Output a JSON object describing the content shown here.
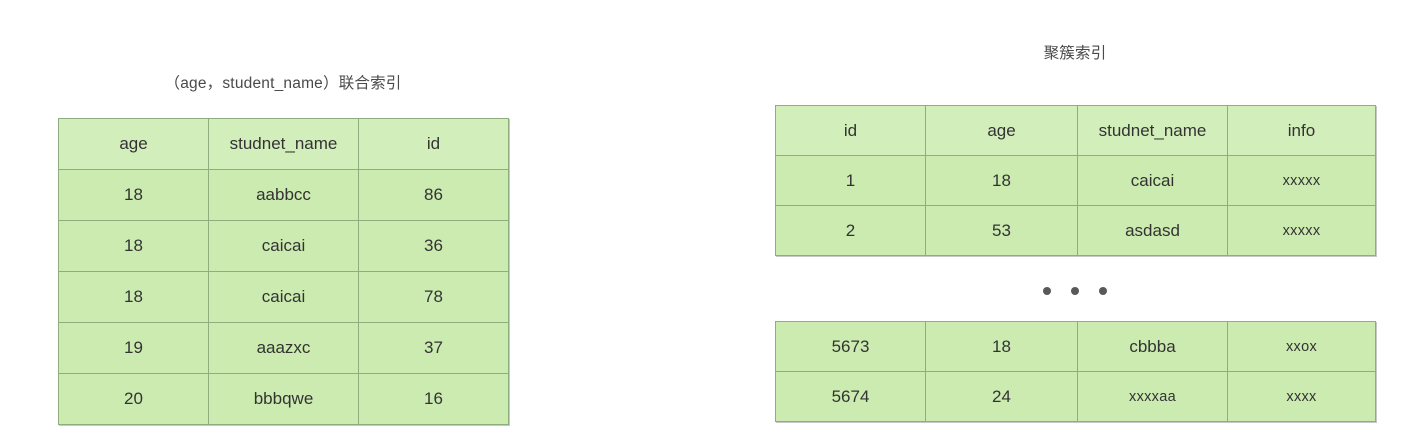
{
  "left_panel": {
    "title": "（age，student_name）联合索引",
    "table": {
      "columns": [
        "age",
        "studnet_name",
        "id"
      ],
      "rows": [
        [
          "18",
          "aabbcc",
          "86"
        ],
        [
          "18",
          "caicai",
          "36"
        ],
        [
          "18",
          "caicai",
          "78"
        ],
        [
          "19",
          "aaazxc",
          "37"
        ],
        [
          "20",
          "bbbqwe",
          "16"
        ]
      ]
    }
  },
  "right_panel": {
    "title": "聚簇索引",
    "top_table": {
      "columns": [
        "id",
        "age",
        "studnet_name",
        "info"
      ],
      "rows": [
        [
          "1",
          "18",
          "caicai",
          "xxxxx"
        ],
        [
          "2",
          "53",
          "asdasd",
          "xxxxx"
        ]
      ]
    },
    "ellipsis": "• • •",
    "bottom_table": {
      "rows": [
        [
          "5673",
          "18",
          "cbbba",
          "xxox"
        ],
        [
          "5674",
          "24",
          "xxxxaa",
          "xxxx"
        ]
      ]
    }
  },
  "colors": {
    "cell_fill": "#ccebb0",
    "header_fill": "#d2eeba",
    "cell_border": "#8fae80",
    "text": "#333333",
    "title_text": "#4a4a4a",
    "dot": "#595959",
    "background": "#ffffff"
  }
}
